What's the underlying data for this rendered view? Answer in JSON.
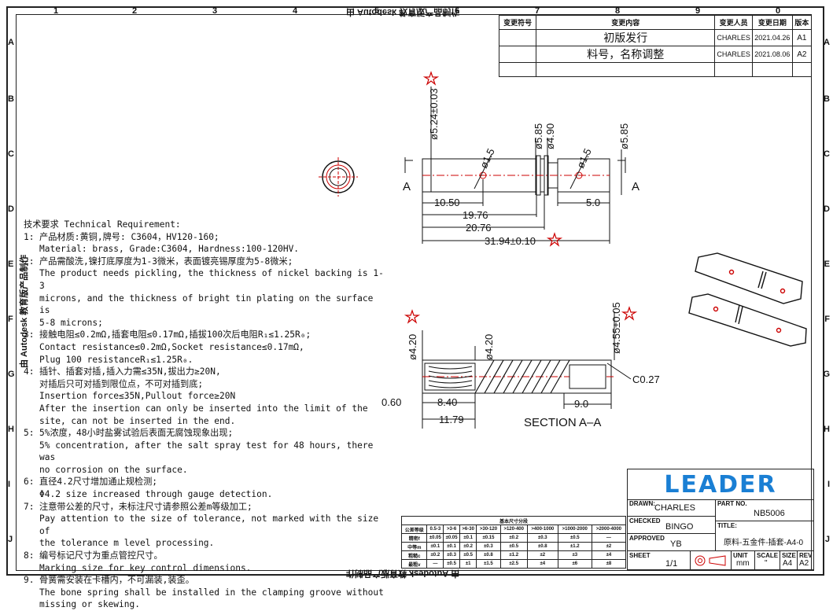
{
  "zones": {
    "columns": [
      "1",
      "2",
      "3",
      "4",
      "5",
      "6",
      "7",
      "8",
      "9",
      "0"
    ],
    "rows": [
      "A",
      "B",
      "C",
      "D",
      "E",
      "F",
      "G",
      "H",
      "I",
      "J"
    ]
  },
  "revision": {
    "headers": [
      "变更符号",
      "变更内容",
      "变更人员",
      "变更日期",
      "版本"
    ],
    "rows": [
      {
        "content": "初版发行",
        "person": "CHARLES",
        "date": "2021.04.26",
        "ver": "A1"
      },
      {
        "content": "料号，名称调整",
        "person": "CHARLES",
        "date": "2021.08.06",
        "ver": "A2"
      }
    ]
  },
  "watermark": "由 Autodesk 教育版产品制作",
  "requirements": {
    "title": "技术要求 Technical Requirement:",
    "items": [
      {
        "num": "1:",
        "cn": "产品材质:黄铜,牌号: C3604，HV120-160;",
        "en": [
          "Material: brass, Grade:C3604, Hardness:100-120HV."
        ]
      },
      {
        "num": "2:",
        "cn": "产品需酸洗,镍打底厚度为1-3微米，表面镀亮锡厚度为5-8微米;",
        "en": [
          "The product needs pickling, the thickness of nickel backing is 1-3",
          "microns, and the thickness of bright tin plating on the surface is",
          "5-8 microns;"
        ]
      },
      {
        "num": "3:",
        "cn": "接触电阻≤0.2mΩ,插套电阻≤0.17mΩ,插拔100次后电阻R₁≤1.25R₀;",
        "en": [
          "Contact resistance≤0.2mΩ,Socket resistance≤0.17mΩ,",
          "Plug 100 resistanceR₁≤1.25R₀."
        ]
      },
      {
        "num": "4:",
        "cn": "插针、插套对插,插入力需≤35N,拔出力≥20N,",
        "en": [
          "对插后只可对插到限位点，不可对插到底;",
          "Insertion force≤35N,Pullout force≥20N",
          "After the insertion can only be inserted into the limit of the",
          "site, can not be inserted in the end."
        ]
      },
      {
        "num": "5:",
        "cn": "5%浓度，48小时盐雾试验后表面无腐蚀现象出现;",
        "en": [
          "5% concentration, after the salt spray test for 48 hours, there was",
          "no corrosion on the surface."
        ]
      },
      {
        "num": "6:",
        "cn": "直径4.2尺寸增加通止规检测;",
        "en": [
          "Φ4.2 size increased through gauge detection."
        ]
      },
      {
        "num": "7:",
        "cn": "注意带公差的尺寸，未标注尺寸请参照公差m等级加工;",
        "en": [
          "Pay attention to the size of tolerance, not marked with the size of",
          "the tolerance m level processing."
        ]
      },
      {
        "num": "8:",
        "cn": "编号标记尺寸为重点管控尺寸。",
        "en": [
          "Marking size for key control dimensions."
        ]
      },
      {
        "num": "9.",
        "cn": "骨簧需安装在卡槽内，不可漏装,装歪。",
        "en": [
          "The bone spring shall be installed in the clamping groove without",
          "missing or skewing."
        ]
      }
    ]
  },
  "dimensions": {
    "d1": "ø5.24±0.03",
    "d2": "ø1.5",
    "d3": "ø5.85",
    "d4": "ø4.90",
    "d5": "ø1.5",
    "d6": "ø5.85",
    "l1": "10.50",
    "l2": "19.76",
    "l3": "20.76",
    "l4": "31.94±0.10",
    "l5": "5.0",
    "s1": "ø4.20",
    "s2": "ø4.20",
    "s3": "ø4.55±0.05",
    "s4": "C0.27",
    "s5": "0.60",
    "s6": "8.40",
    "s7": "9.0",
    "s8": "11.79",
    "sect": "A",
    "section_label": "SECTION A–A"
  },
  "title_block": {
    "logo": "LEADER",
    "drawn_label": "DRAWN:",
    "drawn": "CHARLES",
    "checked_label": "CHECKED",
    "checked": "BINGO",
    "approved_label": "APPROVED",
    "approved": "YB",
    "part_label": "PART NO.",
    "part": "NB5006",
    "title_label": "TITLE:",
    "title": "原料-五金件-插套-A4-0",
    "sheet_label": "SHEET",
    "sheet": "1/1",
    "unit_label": "UNIT",
    "unit": "mm",
    "scale_label": "SCALE",
    "scale": "\"",
    "size_label": "SIZE",
    "size": "A4",
    "rev_label": "REV",
    "rev": "A2"
  },
  "tolerance": {
    "title": "基本尺寸分段",
    "header": [
      "公差等级",
      "0.5-3",
      ">3-6",
      ">6-30",
      ">30-120",
      ">120-400",
      ">400-1000",
      ">1000-2000",
      ">2000-4000"
    ],
    "rows": [
      [
        "精密f",
        "±0.05",
        "±0.05",
        "±0.1",
        "±0.15",
        "±0.2",
        "±0.3",
        "±0.5",
        "—"
      ],
      [
        "中等m",
        "±0.1",
        "±0.1",
        "±0.2",
        "±0.3",
        "±0.5",
        "±0.8",
        "±1.2",
        "±2"
      ],
      [
        "粗糙c",
        "±0.2",
        "±0.3",
        "±0.5",
        "±0.8",
        "±1.2",
        "±2",
        "±3",
        "±4"
      ],
      [
        "最粗v",
        "—",
        "±0.5",
        "±1",
        "±1.5",
        "±2.5",
        "±4",
        "±6",
        "±8"
      ]
    ]
  }
}
